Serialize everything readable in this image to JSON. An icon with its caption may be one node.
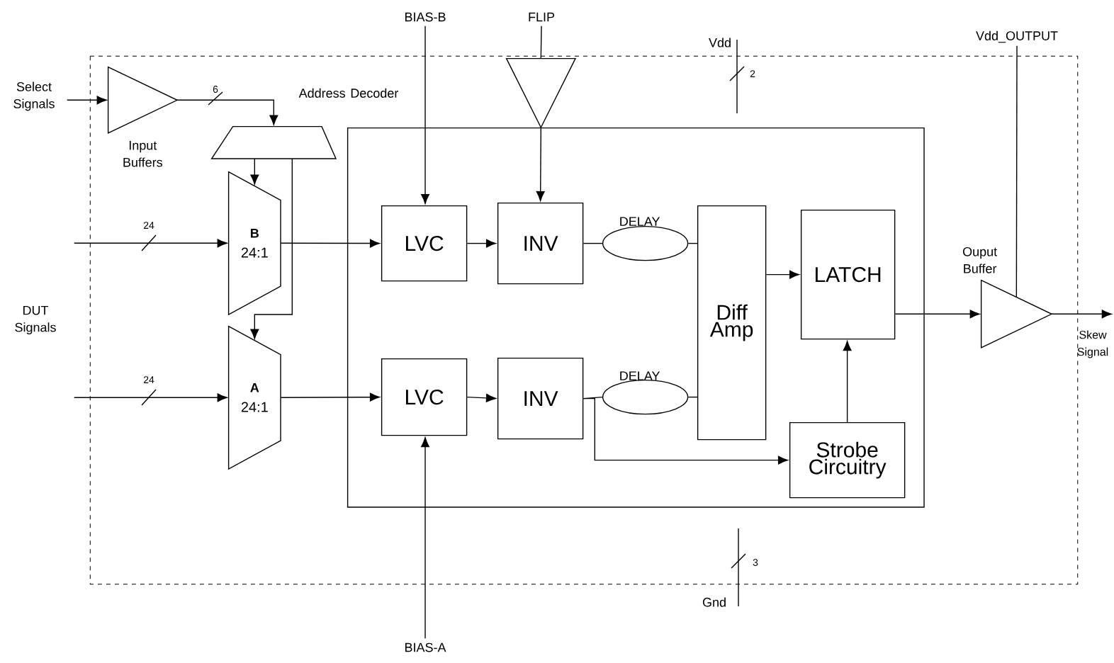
{
  "diagram": {
    "nodes": [
      {
        "text": [],
        "shape": "box"
      },
      {
        "text": [
          "Select Signals"
        ]
      },
      {
        "text": [],
        "shape": "triangle",
        "in": 0,
        "beside": [
          "Input Buffers"
        ]
      },
      {
        "text": [],
        "shape": "trapezoid",
        "in": 0,
        "beside": [
          "Address Decoder"
        ]
      },
      {
        "text": [
          "DUT Signals"
        ]
      },
      {
        "text": [
          "B",
          "24:1"
        ],
        "in": 0
      },
      {
        "text": [
          "A",
          "24:1"
        ],
        "in": 0
      },
      {
        "text": [
          "BIAS-B"
        ]
      },
      {
        "text": [
          "FLIP"
        ]
      },
      {
        "text": [],
        "shape": "triangle",
        "in": 0
      },
      {
        "text": [],
        "shape": "box",
        "in": 0
      },
      {
        "text": [
          "LVC"
        ],
        "in": 10
      },
      {
        "text": [
          "INV"
        ],
        "in": 10
      },
      {
        "text": [],
        "shape": "ellipse",
        "in": 10,
        "beside": [
          "DELAY"
        ]
      },
      {
        "text": [
          "Diff Amp"
        ],
        "in": 10
      },
      {
        "text": [
          "LATCH"
        ],
        "in": 10
      },
      {
        "text": [
          "LVC"
        ],
        "in": 10
      },
      {
        "text": [
          "INV"
        ],
        "in": 10
      },
      {
        "text": [],
        "shape": "ellipse",
        "in": 10,
        "beside": [
          "DELAY"
        ]
      },
      {
        "text": [
          "Strobe Circuitry"
        ],
        "in": 10
      },
      {
        "text": [
          "Vdd_OUTPUT"
        ]
      },
      {
        "text": [],
        "shape": "triangle",
        "in": 0,
        "beside": [
          "Ouput Buffer"
        ]
      },
      {
        "text": [
          "BIAS-A"
        ]
      },
      {
        "text": [
          "Skew Signal"
        ]
      }
    ],
    "edges": [
      {
        "from": 1,
        "to": 2,
        "arrow": "to"
      },
      {
        "from": 2,
        "to": 3,
        "arrow": "to",
        "label": "6"
      },
      {
        "from": 3,
        "to": 5,
        "arrow": "to"
      },
      {
        "from": 3,
        "to": 6,
        "arrow": "to"
      },
      {
        "from": 4,
        "to": 5,
        "arrow": "to",
        "label": "24"
      },
      {
        "from": 4,
        "to": 6,
        "arrow": "to",
        "label": "24"
      },
      {
        "from": 5,
        "to": 11,
        "arrow": "to"
      },
      {
        "from": 6,
        "to": 16,
        "arrow": "to"
      },
      {
        "from": 7,
        "to": 11,
        "arrow": "to"
      },
      {
        "from": 22,
        "to": 16,
        "arrow": "to"
      },
      {
        "from": 8,
        "to": 9,
        "arrow": "none"
      },
      {
        "from": 9,
        "to": 12,
        "arrow": "to"
      },
      {
        "from": 11,
        "to": 12,
        "arrow": "to"
      },
      {
        "from": 16,
        "to": 17,
        "arrow": "to"
      },
      {
        "from": 12,
        "to": 13,
        "arrow": "none"
      },
      {
        "from": 17,
        "to": 18,
        "arrow": "none"
      },
      {
        "from": 13,
        "to": 14,
        "arrow": "none"
      },
      {
        "from": 18,
        "to": 14,
        "arrow": "none"
      },
      {
        "from": 17,
        "to": 19,
        "arrow": "to"
      },
      {
        "from": 14,
        "to": 15,
        "arrow": "to"
      },
      {
        "from": 19,
        "to": 15,
        "arrow": "to"
      },
      {
        "from": 15,
        "to": 21,
        "arrow": "to"
      },
      {
        "from": 21,
        "to": 23,
        "arrow": "to"
      },
      {
        "from": 20,
        "to": 21,
        "arrow": "none"
      }
    ],
    "labels": [
      "Vdd",
      "2",
      "3",
      "Gnd"
    ]
  }
}
